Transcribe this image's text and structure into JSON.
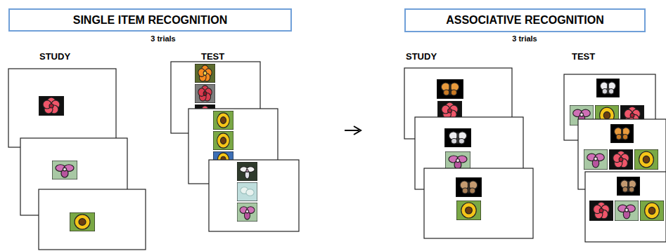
{
  "diagram": {
    "nodes": [
      {
        "text": [
          "SINGLE ITEM RECOGNITION"
        ]
      },
      {
        "text": [
          "ASSOCIATIVE RECOGNITION"
        ]
      }
    ],
    "labels": [
      "3 trials",
      "STUDY",
      "TEST",
      "3 trials",
      "STUDY",
      "TEST"
    ]
  }
}
